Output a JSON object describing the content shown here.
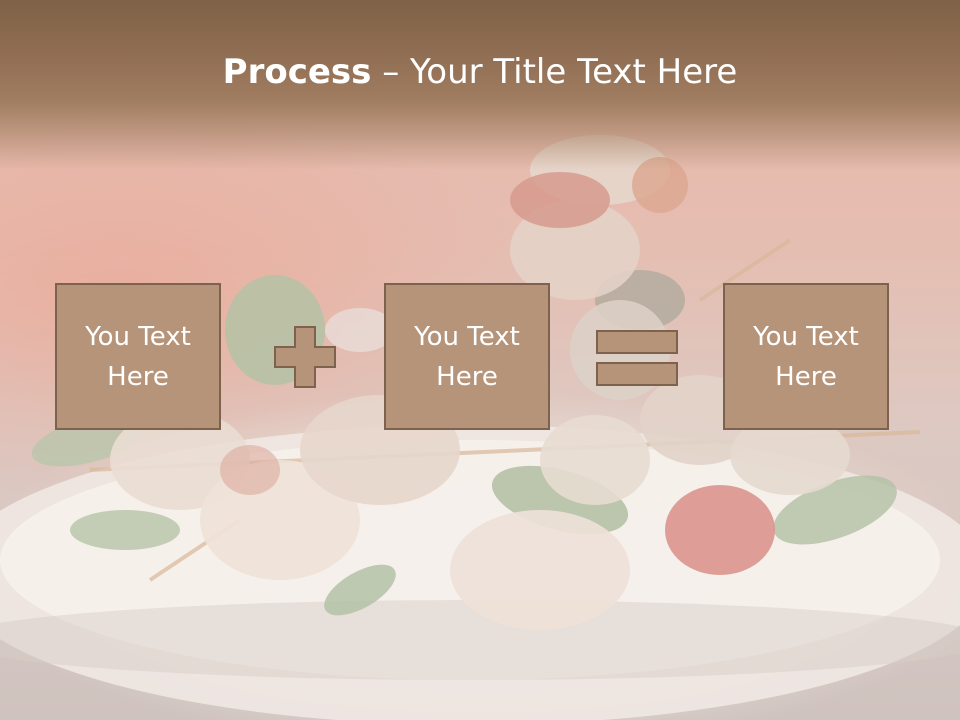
{
  "title": {
    "bold": "Process",
    "dash": " – ",
    "rest": "Your Title Text Here"
  },
  "boxes": [
    {
      "text": "You Text Here"
    },
    {
      "text": "You Text Here"
    },
    {
      "text": "You Text Here"
    }
  ],
  "operators": [
    "plus",
    "equals"
  ],
  "colors": {
    "box_fill": "#b5947a",
    "box_border": "#7d624d",
    "title_band": "#8f6d52",
    "text": "#ffffff"
  }
}
